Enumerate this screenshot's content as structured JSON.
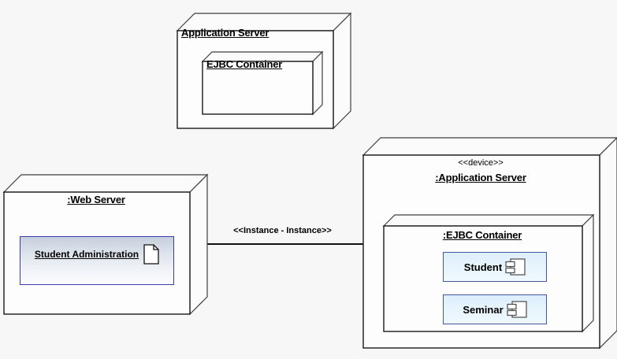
{
  "diagram": {
    "type": "uml-deployment-diagram",
    "background_color": "#f7f7f7",
    "line_color": "#111111"
  },
  "nodes": [
    {
      "id": "app-server-spec",
      "label": "Application Server",
      "stereotype": "",
      "label_align": "left",
      "underlined": true,
      "children": [
        {
          "id": "ejbc-container-spec",
          "label": "EJBC Container",
          "label_align": "left",
          "underlined": true
        }
      ]
    },
    {
      "id": "web-server-instance",
      "label": ":Web Server",
      "stereotype": "",
      "label_align": "center",
      "underlined": true,
      "artifacts": [
        {
          "id": "student-administration",
          "label": "Student Administration",
          "icon": "document-icon",
          "border_color": "#3b3bb0"
        }
      ]
    },
    {
      "id": "app-server-instance",
      "label": ":Application Server",
      "stereotype": "<<device>>",
      "label_align": "center",
      "underlined": true,
      "children": [
        {
          "id": "ejbc-container-instance",
          "label": ":EJBC Container",
          "label_align": "center",
          "underlined": true,
          "components": [
            {
              "id": "student-component",
              "label": "Student",
              "icon": "component-icon",
              "border_color": "#45589c"
            },
            {
              "id": "seminar-component",
              "label": "Seminar",
              "icon": "component-icon",
              "border_color": "#45589c"
            }
          ]
        }
      ]
    }
  ],
  "connectors": [
    {
      "id": "web-to-app-connection",
      "label": "<<Instance - Instance>>",
      "from": "web-server-instance",
      "to": "app-server-instance"
    }
  ]
}
